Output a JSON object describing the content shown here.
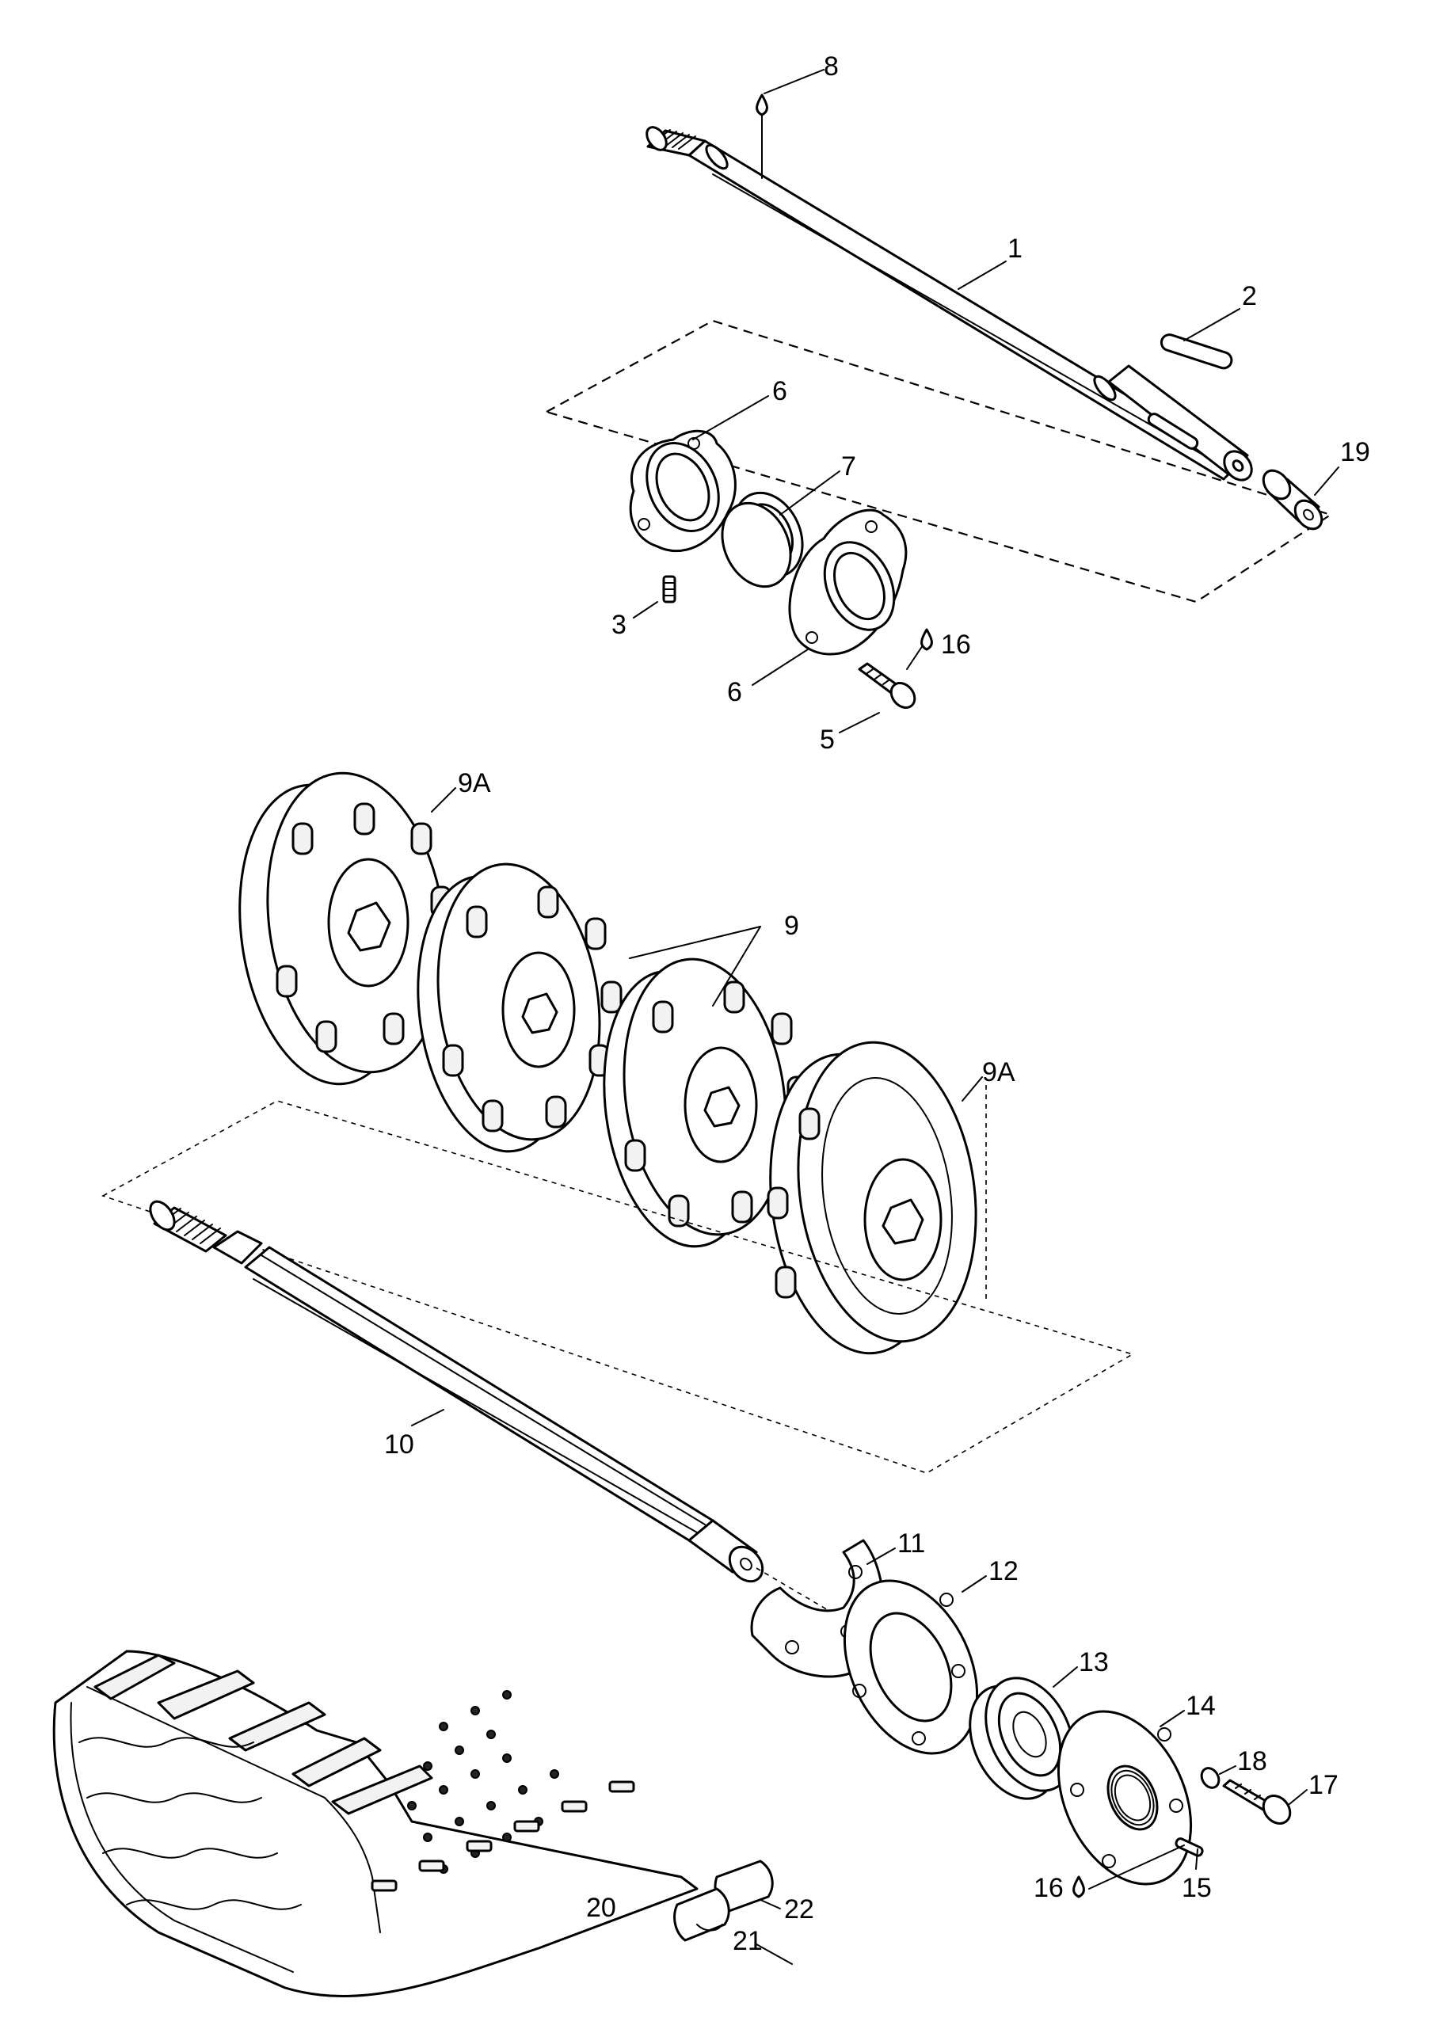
{
  "callouts": {
    "c1": "1",
    "c2": "2",
    "c3": "3",
    "c5": "5",
    "c6a": "6",
    "c6b": "6",
    "c7": "7",
    "c8": "8",
    "c9": "9",
    "c9a_top": "9A",
    "c9a_bottom": "9A",
    "c10": "10",
    "c11": "11",
    "c12": "12",
    "c13": "13",
    "c14": "14",
    "c15": "15",
    "c16a": "16",
    "c16b": "16",
    "c17": "17",
    "c18": "18",
    "c19": "19",
    "c20": "20",
    "c21": "21",
    "c22": "22"
  },
  "icons": {
    "lubricant": "lubricant-drop-icon"
  }
}
